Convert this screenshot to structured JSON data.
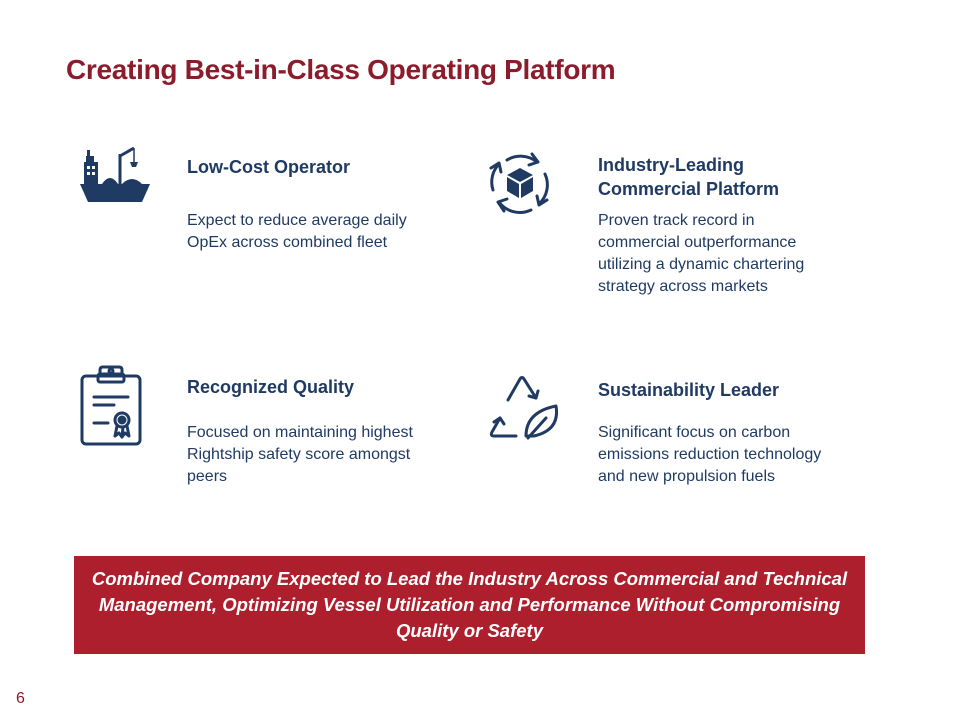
{
  "title": "Creating Best-in-Class Operating Platform",
  "cards": [
    {
      "icon": "ship-crane-icon",
      "heading": "Low-Cost Operator",
      "body": "Expect to reduce average daily OpEx across combined fleet"
    },
    {
      "icon": "box-cycle-icon",
      "heading": "Industry-Leading Commercial Platform",
      "body": "Proven track record in commercial outperformance utilizing a dynamic chartering strategy across markets"
    },
    {
      "icon": "certificate-clipboard-icon",
      "heading": "Recognized Quality",
      "body": "Focused on maintaining highest Rightship safety score amongst peers"
    },
    {
      "icon": "recycle-leaf-icon",
      "heading": "Sustainability Leader",
      "body": "Significant focus on carbon emissions reduction technology and new propulsion fuels"
    }
  ],
  "banner": "Combined Company Expected to Lead the Industry Across Commercial and Technical Management, Optimizing Vessel Utilization and Performance Without Compromising Quality or Safety",
  "page_number": "6",
  "colors": {
    "title": "#8c1c2c",
    "navy": "#1f3a63",
    "banner_bg": "#ad1f2d"
  }
}
